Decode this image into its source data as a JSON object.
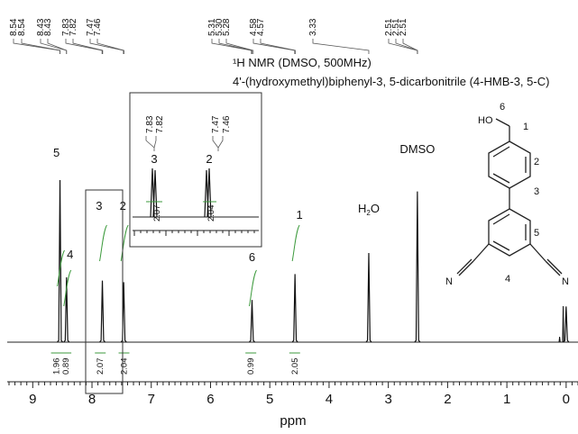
{
  "chart_data": {
    "type": "line",
    "title": "¹H NMR (DMSO, 500MHz)",
    "subtitle": "4'-(hydroxymethyl)biphenyl-3, 5-dicarbonitrile (4-HMB-3, 5-C)",
    "xlabel": "ppm",
    "xlim": [
      9.4,
      -0.2
    ],
    "x_ticks": [
      "9",
      "8",
      "7",
      "6",
      "5",
      "4",
      "3",
      "2",
      "1",
      "0"
    ],
    "peak_labels": [
      "8.54",
      "8.54",
      "8.43",
      "8.43",
      "7.83",
      "7.82",
      "7.47",
      "7.46",
      "5.31",
      "5.30",
      "5.28",
      "4.58",
      "4.57",
      "3.33",
      "2.51",
      "2.51",
      "2.51"
    ],
    "peaks": [
      {
        "ppm": 8.54,
        "height": 1.0
      },
      {
        "ppm": 8.43,
        "height": 0.4
      },
      {
        "ppm": 7.825,
        "height": 0.38
      },
      {
        "ppm": 7.465,
        "height": 0.37
      },
      {
        "ppm": 5.3,
        "height": 0.26
      },
      {
        "ppm": 4.575,
        "height": 0.42
      },
      {
        "ppm": 3.33,
        "height": 0.55
      },
      {
        "ppm": 2.51,
        "height": 0.93
      },
      {
        "ppm": 0.0,
        "height": 0.22
      }
    ],
    "assignments": [
      {
        "label": "5",
        "ppm": 8.6
      },
      {
        "label": "4",
        "ppm": 8.37
      },
      {
        "label": "3",
        "ppm": 7.88
      },
      {
        "label": "2",
        "ppm": 7.48
      },
      {
        "label": "6",
        "ppm": 5.3
      },
      {
        "label": "1",
        "ppm": 4.5
      },
      {
        "label": "H",
        "sub": "2",
        "tail": "O",
        "ppm": 3.33
      },
      {
        "label": "DMSO",
        "ppm": 2.51
      }
    ],
    "integrals": [
      {
        "value": "1.96",
        "ppm": 8.6
      },
      {
        "value": "0.89",
        "ppm": 8.44
      },
      {
        "value": "2.07",
        "ppm": 7.86
      },
      {
        "value": "2.04",
        "ppm": 7.46
      },
      {
        "value": "0.99",
        "ppm": 5.32
      },
      {
        "value": "2.05",
        "ppm": 4.58
      }
    ],
    "inset": {
      "peak_labels": [
        "7.83",
        "7.82",
        "7.47",
        "7.46"
      ],
      "assignments": [
        "3",
        "2"
      ],
      "integrals": [
        "2.07",
        "2.04"
      ]
    },
    "structure_labels": [
      "6",
      "HO",
      "1",
      "2",
      "3",
      "5",
      "4",
      "N",
      "N"
    ]
  }
}
